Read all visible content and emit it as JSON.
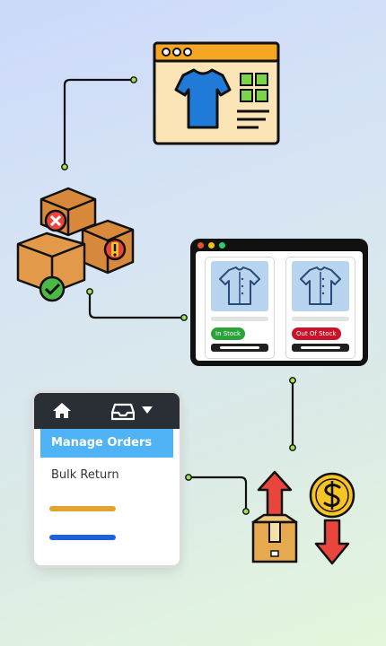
{
  "menu": {
    "items": [
      {
        "label": "Manage Orders",
        "active": true
      },
      {
        "label": "Bulk Return",
        "active": false
      }
    ],
    "placeholder_bar_colors": [
      "#e0a52e",
      "#1f62d8"
    ],
    "header_icons": [
      "home-icon",
      "inbox-icon",
      "caret-down-icon"
    ]
  },
  "products": [
    {
      "status": "In Stock",
      "status_color": "#29a33a",
      "icon": "shirt-icon"
    },
    {
      "status": "Out Of Stock",
      "status_color": "#c8142b",
      "icon": "shirt-icon"
    }
  ],
  "illustrations": [
    "storefront-tshirt-icon",
    "boxes-status-icon",
    "return-box-refund-icon"
  ],
  "colors": {
    "accent_blue": "#4fb3f6",
    "dark": "#2a2f36"
  }
}
